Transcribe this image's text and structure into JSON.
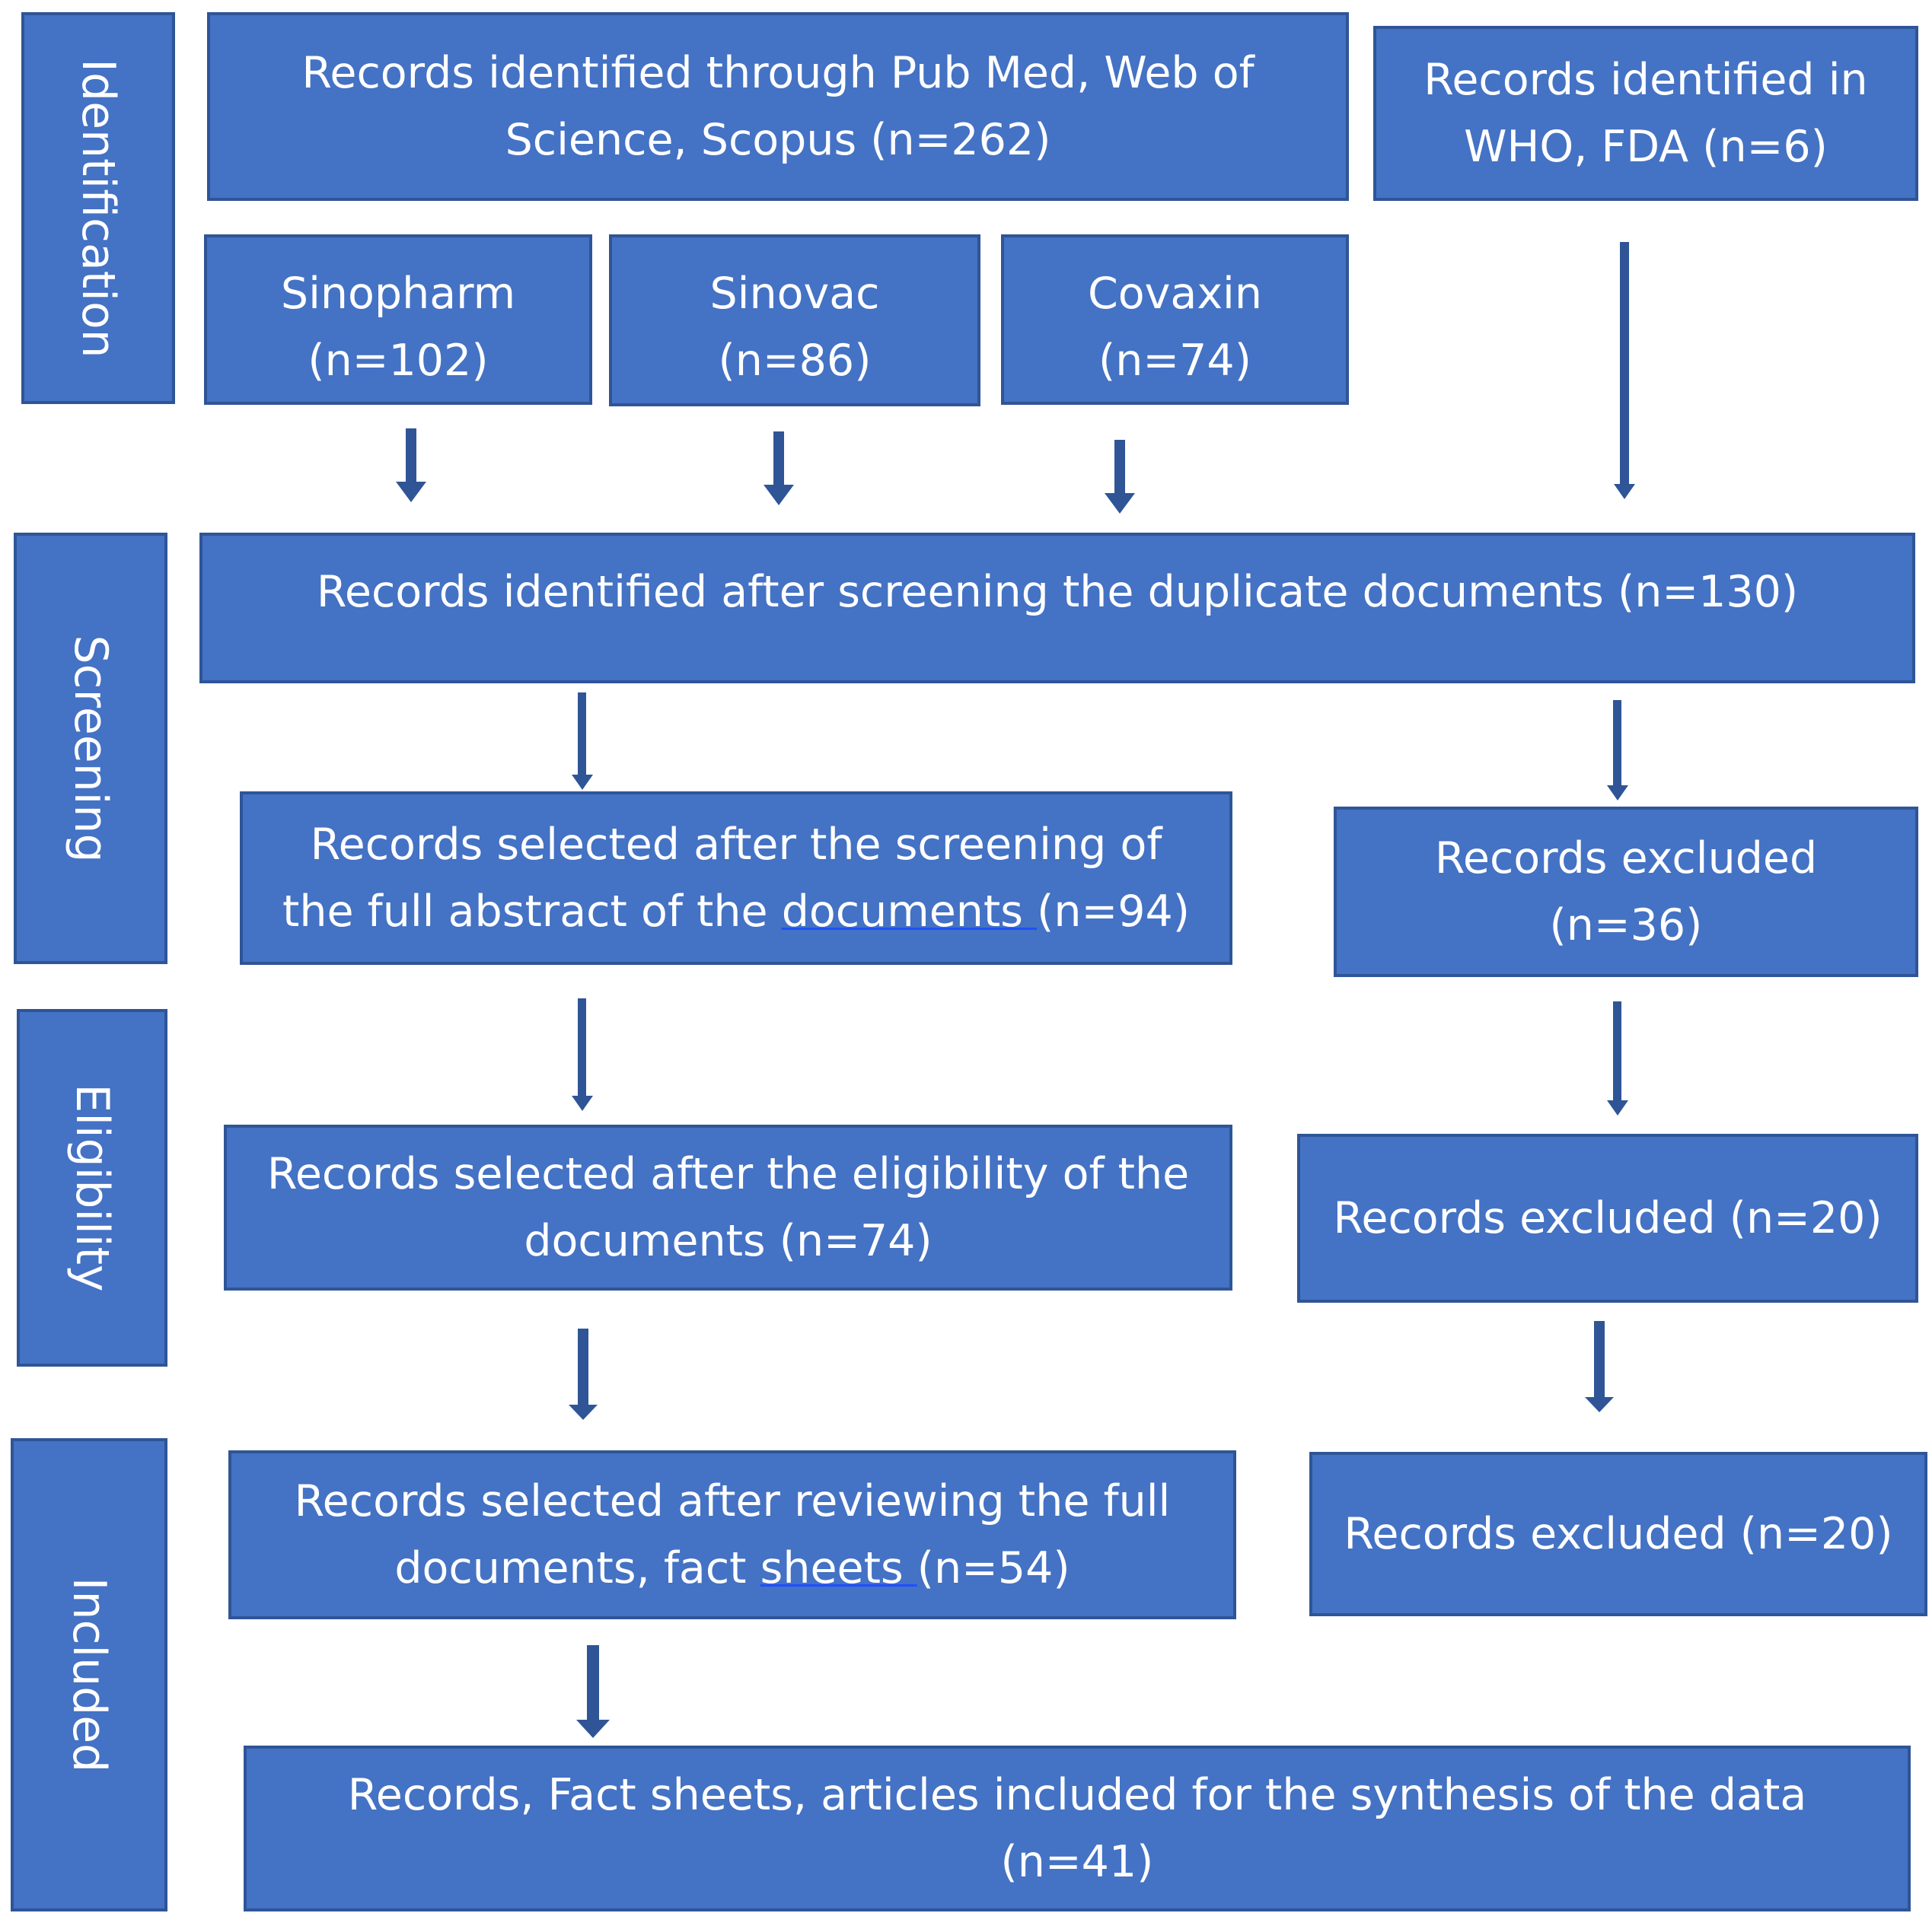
{
  "stages": [
    {
      "id": "identification",
      "label": "Identification"
    },
    {
      "id": "screening",
      "label": "Screening"
    },
    {
      "id": "eligibility",
      "label": "Eligibility"
    },
    {
      "id": "included",
      "label": "Included"
    }
  ],
  "boxes": {
    "databases": "Records identified through Pub Med, Web of\nScience, Scopus (n=262)",
    "who_fda": "Records identified in\nWHO, FDA (n=6)",
    "sinopharm": "Sinopharm\n(n=102)",
    "sinovac": "Sinovac\n(n=86)",
    "covaxin": "Covaxin\n(n=74)",
    "after_duplicates": "Records identified after screening the duplicate documents (n=130)",
    "abstract_selected_line1": "Records selected after the screening of",
    "abstract_selected_pre": "the full abstract of the ",
    "abstract_selected_link": "documents ",
    "abstract_selected_post": " (n=94)",
    "excluded_36": "Records excluded\n(n=36)",
    "eligibility_selected": "Records selected after the eligibility of the\ndocuments  (n=74)",
    "excluded_20_a": "Records excluded (n=20)",
    "full_review_line1": "Records selected after reviewing the full",
    "full_review_pre": "documents, fact ",
    "full_review_link": "sheets ",
    "full_review_post": " (n=54)",
    "excluded_20_b": "Records excluded (n=20)",
    "final_included": "Records, Fact sheets, articles included for the synthesis of the data\n(n=41)"
  },
  "colors": {
    "box_fill": "#4472c4",
    "box_border": "#2f5597",
    "arrow": "#2f5597",
    "text": "#ffffff"
  }
}
